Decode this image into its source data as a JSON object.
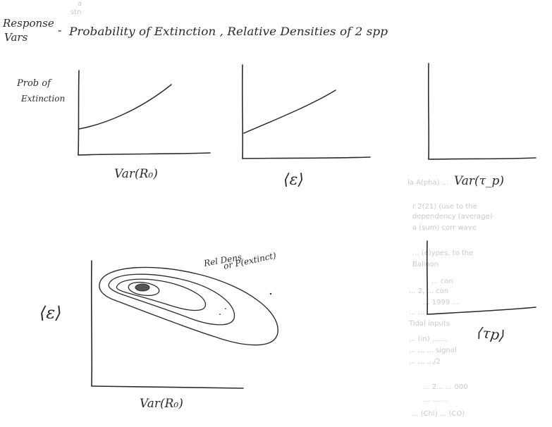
{
  "header": {
    "prefix_line1": "Response",
    "prefix_line2": "Vars",
    "dash": "-",
    "text": "Probability of Extinction , Relative Densities of 2 spp"
  },
  "plots": [
    {
      "ylabel_line1": "Prob of",
      "ylabel_line2": "Extinction",
      "xlabel": "Var(R₀)"
    },
    {
      "ylabel_line1": "",
      "ylabel_line2": "",
      "xlabel": "⟨ε⟩"
    },
    {
      "ylabel_line1": "",
      "ylabel_line2": "",
      "xlabel": "Var(τ_p)"
    }
  ],
  "contour_plot": {
    "ylabel": "⟨ε⟩",
    "xlabel": "Var(R₀)",
    "annotation_line1": "Rel Dens",
    "annotation_line2": "or P(extinct)"
  },
  "small_plot": {
    "xlabel": "⟨τp⟩"
  },
  "bleed_through": [
    "a",
    "stn",
    "la A(pha) ...",
    "r 2(21) (use to the",
    "dependency (average)",
    "a (sum) corr wave",
    "... (e)ypes, to the",
    "Balloon",
    "... con",
    "... 2, ... con",
    "... 1999 ...",
    "... ...",
    "Tidal inputs",
    "... (in) ... ...",
    "... ... ... signal",
    "... ... .../2",
    "... 2... ... 000",
    "... ... ...",
    "... (Chi) ... (CO)"
  ]
}
